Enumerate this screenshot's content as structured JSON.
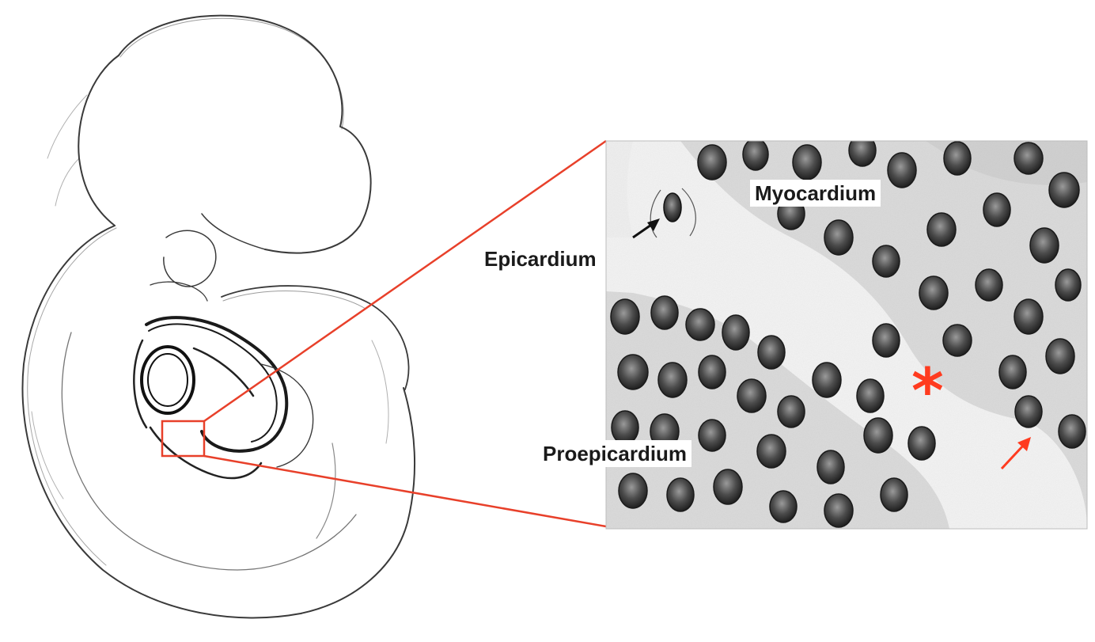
{
  "labels": {
    "myocardium": "Myocardium",
    "epicardium": "Epicardium",
    "proepicardium": "Proepicardium"
  },
  "markers": {
    "asterisk": "*"
  },
  "colors": {
    "accent": "#e8402a",
    "ink": "#1a1a1a",
    "background": "#ffffff"
  }
}
